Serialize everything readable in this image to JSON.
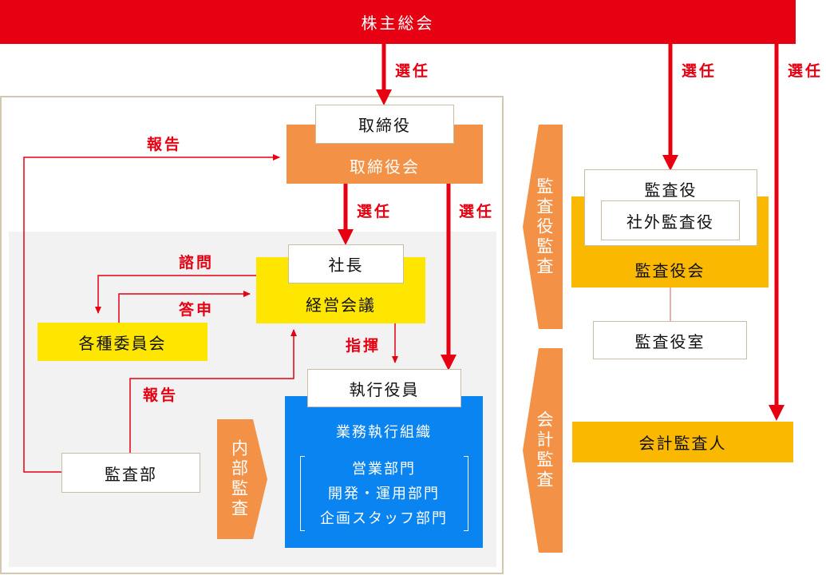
{
  "top": {
    "title": "株主総会"
  },
  "labels": {
    "elect1": "選任",
    "elect2": "選任",
    "elect3": "選任",
    "elect4": "選任",
    "elect5": "選任",
    "report1": "報告",
    "report2": "報告",
    "consult": "諮問",
    "answer": "答申",
    "command": "指揮"
  },
  "board": {
    "directors": "取締役",
    "board": "取締役会"
  },
  "mgmt": {
    "president": "社長",
    "meeting": "経営会議",
    "committees": "各種委員会"
  },
  "exec": {
    "officers": "執行役員",
    "org": "業務執行組織",
    "depts": [
      "営業部門",
      "開発・運用部門",
      "企画スタッフ部門"
    ]
  },
  "audit": {
    "dept": "監査部",
    "internal": "内部監査",
    "auditor_audit": "監査役監査",
    "accounting_audit": "会計監査"
  },
  "auditors": {
    "auditor": "監査役",
    "outside": "社外監査役",
    "board": "監査役会",
    "office": "監査役室",
    "accountant": "会計監査人"
  },
  "colors": {
    "red": "#e60012",
    "orange": "#f39146",
    "yellow": "#ffe600",
    "gold": "#fbb800",
    "blue": "#0a84f0",
    "gray": "#f2f2f2"
  }
}
